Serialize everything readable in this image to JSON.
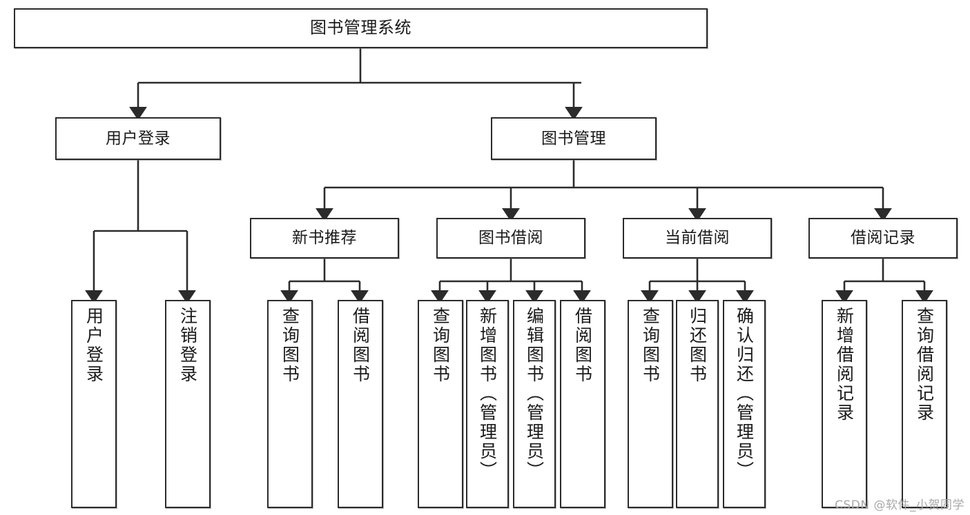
{
  "diagram": {
    "title": "图书管理系统",
    "type": "hierarchy-tree",
    "watermark": "CSDN @软件_小贺同学",
    "colors": {
      "background": "#ffffff",
      "node_border": "#2b2b2b",
      "node_fill": "#ffffff",
      "edge": "#2b2b2b",
      "text": "#1a1a1a",
      "watermark": "#a8a8a8"
    },
    "levels": {
      "root": {
        "label": "图书管理系统"
      },
      "level2": [
        {
          "label": "用户登录"
        },
        {
          "label": "图书管理"
        }
      ],
      "level3": [
        {
          "label": "新书推荐"
        },
        {
          "label": "图书借阅"
        },
        {
          "label": "当前借阅"
        },
        {
          "label": "借阅记录"
        }
      ],
      "leaves": {
        "user_login": [
          {
            "label": "用户登录"
          },
          {
            "label": "注销登录"
          }
        ],
        "new_book_recommend": [
          {
            "label": "查询图书"
          },
          {
            "label": "借阅图书"
          }
        ],
        "book_borrow": [
          {
            "label": "查询图书"
          },
          {
            "label": "新增图书（管理员）"
          },
          {
            "label": "编辑图书（管理员）"
          },
          {
            "label": "借阅图书"
          }
        ],
        "current_borrow": [
          {
            "label": "查询图书"
          },
          {
            "label": "归还图书"
          },
          {
            "label": "确认归还（管理员）"
          }
        ],
        "borrow_record": [
          {
            "label": "新增借阅记录"
          },
          {
            "label": "查询借阅记录"
          }
        ]
      }
    }
  }
}
